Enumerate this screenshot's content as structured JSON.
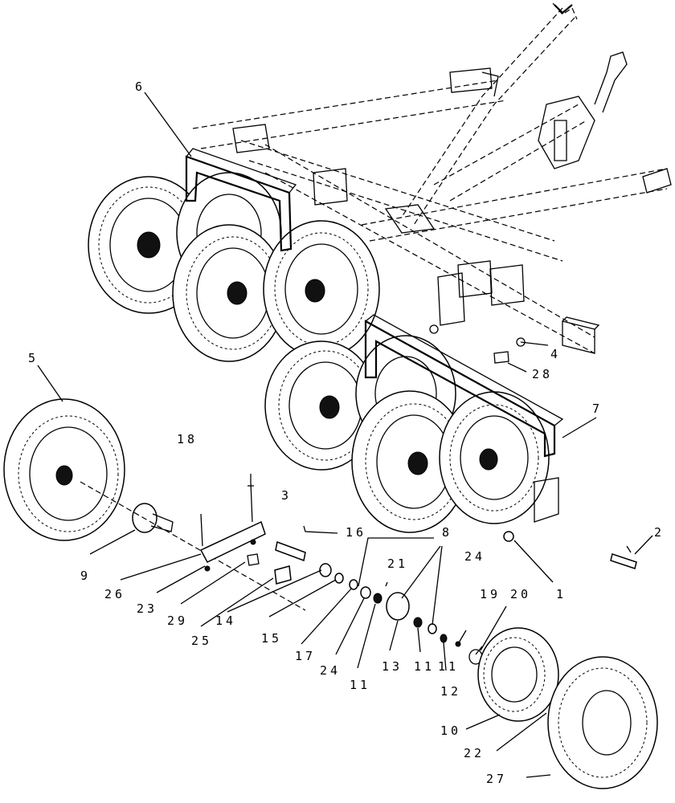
{
  "diagram": {
    "callouts": [
      {
        "id": "c1",
        "text": "1"
      },
      {
        "id": "c2",
        "text": "2"
      },
      {
        "id": "c3",
        "text": "3"
      },
      {
        "id": "c4",
        "text": "4"
      },
      {
        "id": "c5",
        "text": "5"
      },
      {
        "id": "c6",
        "text": "6"
      },
      {
        "id": "c7",
        "text": "7"
      },
      {
        "id": "c8",
        "text": "8"
      },
      {
        "id": "c9",
        "text": "9"
      },
      {
        "id": "c10",
        "text": "10"
      },
      {
        "id": "c11a",
        "text": "11"
      },
      {
        "id": "c11b",
        "text": "11"
      },
      {
        "id": "c11c",
        "text": "11"
      },
      {
        "id": "c12",
        "text": "12"
      },
      {
        "id": "c13",
        "text": "13"
      },
      {
        "id": "c14",
        "text": "14"
      },
      {
        "id": "c15",
        "text": "15"
      },
      {
        "id": "c16",
        "text": "16"
      },
      {
        "id": "c17",
        "text": "17"
      },
      {
        "id": "c18",
        "text": "18"
      },
      {
        "id": "c19",
        "text": "19"
      },
      {
        "id": "c20",
        "text": "20"
      },
      {
        "id": "c21",
        "text": "21"
      },
      {
        "id": "c22",
        "text": "22"
      },
      {
        "id": "c23",
        "text": "23"
      },
      {
        "id": "c24a",
        "text": "24"
      },
      {
        "id": "c24b",
        "text": "24"
      },
      {
        "id": "c25",
        "text": "25"
      },
      {
        "id": "c26",
        "text": "26"
      },
      {
        "id": "c27",
        "text": "27"
      },
      {
        "id": "c28",
        "text": "28"
      },
      {
        "id": "c29",
        "text": "29"
      }
    ]
  }
}
